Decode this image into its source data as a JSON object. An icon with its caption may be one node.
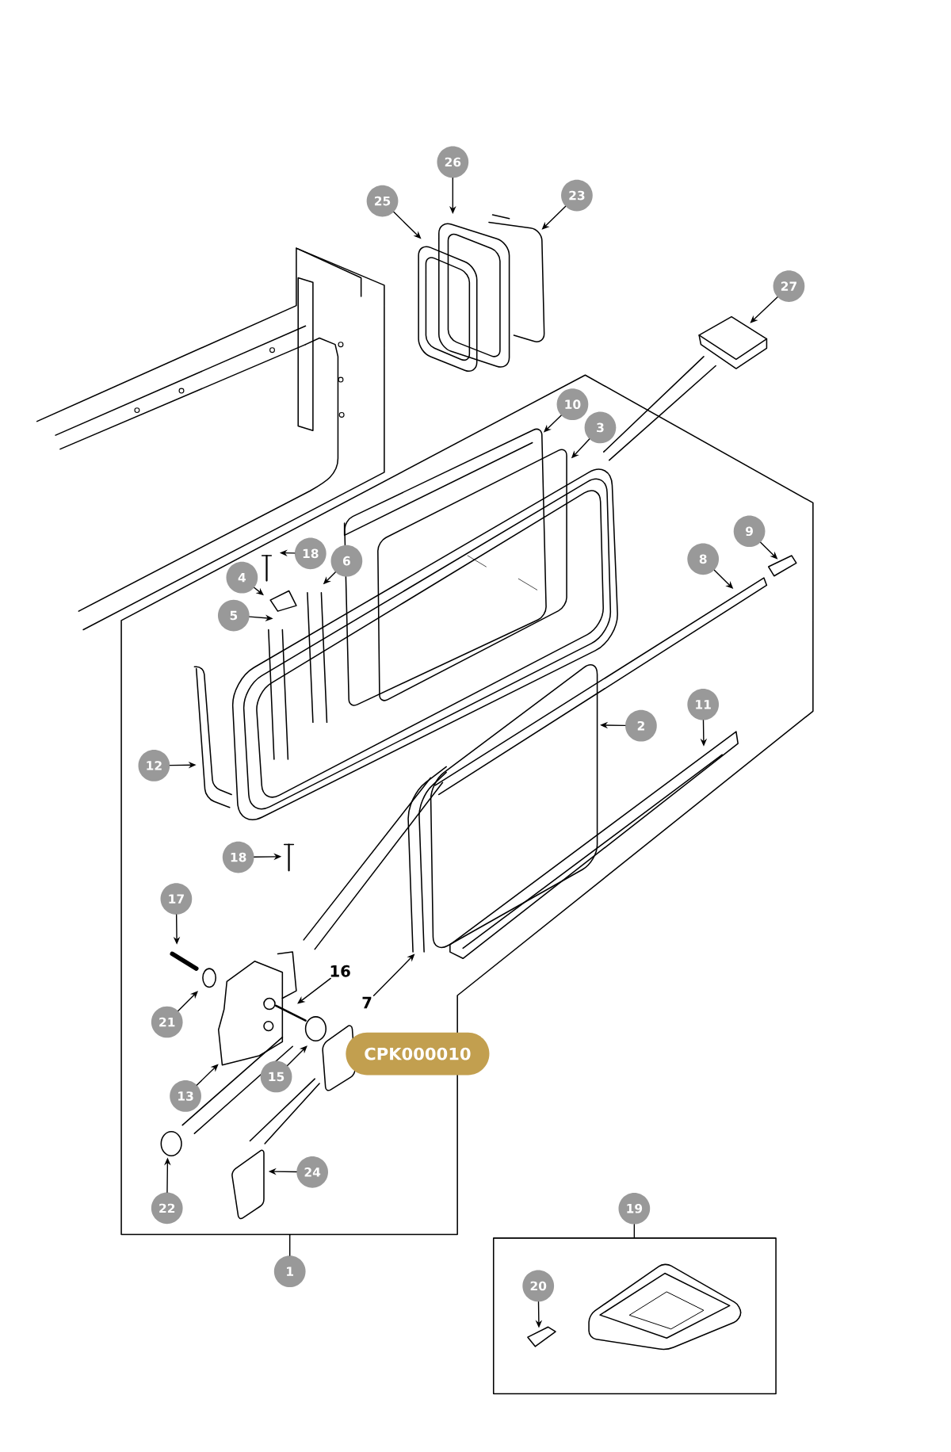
{
  "diagram": {
    "nodes": [
      {
        "text": [
          "26"
        ]
      },
      {
        "text": [
          "25"
        ]
      },
      {
        "text": [
          "23"
        ]
      },
      {
        "text": [
          "27"
        ]
      },
      {
        "text": [],
        "shape": "box"
      },
      {
        "text": [
          "10"
        ],
        "in": 4
      },
      {
        "text": [
          "3"
        ],
        "in": 4
      },
      {
        "text": [
          "9"
        ],
        "in": 4
      },
      {
        "text": [
          "18"
        ],
        "in": 4
      },
      {
        "text": [
          "8"
        ],
        "in": 4
      },
      {
        "text": [
          "6"
        ],
        "in": 4
      },
      {
        "text": [
          "4"
        ],
        "in": 4
      },
      {
        "text": [
          "5"
        ],
        "in": 4
      },
      {
        "text": [
          "11"
        ],
        "in": 4
      },
      {
        "text": [
          "2"
        ],
        "in": 4
      },
      {
        "text": [
          "12"
        ],
        "in": 4
      },
      {
        "text": [
          "18"
        ],
        "in": 4
      },
      {
        "text": [
          "17"
        ],
        "in": 4
      },
      {
        "text": [
          "16"
        ],
        "in": 4
      },
      {
        "text": [
          "7"
        ],
        "in": 4
      },
      {
        "text": [
          "21"
        ],
        "in": 4
      },
      {
        "text": [
          "15"
        ],
        "in": 4
      },
      {
        "text": [
          "13"
        ],
        "in": 4
      },
      {
        "text": [
          "24"
        ],
        "in": 4
      },
      {
        "text": [
          "22"
        ],
        "in": 4
      },
      {
        "text": [
          "19"
        ]
      },
      {
        "text": [],
        "shape": "box"
      },
      {
        "text": [
          "1"
        ]
      },
      {
        "text": [
          "20"
        ],
        "in": 26
      }
    ],
    "edges": [
      {
        "from": 0,
        "to": null,
        "arrow": "to"
      },
      {
        "from": 1,
        "to": null,
        "arrow": "to"
      },
      {
        "from": 2,
        "to": null,
        "arrow": "to"
      },
      {
        "from": 3,
        "to": null,
        "arrow": "to"
      },
      {
        "from": 5,
        "to": null,
        "arrow": "to"
      },
      {
        "from": 6,
        "to": null,
        "arrow": "to"
      },
      {
        "from": 7,
        "to": null,
        "arrow": "to"
      },
      {
        "from": 8,
        "to": null,
        "arrow": "to"
      },
      {
        "from": 9,
        "to": null,
        "arrow": "to"
      },
      {
        "from": 10,
        "to": null,
        "arrow": "to"
      },
      {
        "from": 11,
        "to": null,
        "arrow": "to"
      },
      {
        "from": 12,
        "to": null,
        "arrow": "to"
      },
      {
        "from": 13,
        "to": null,
        "arrow": "to"
      },
      {
        "from": 14,
        "to": null,
        "arrow": "to"
      },
      {
        "from": 15,
        "to": null,
        "arrow": "to"
      },
      {
        "from": 16,
        "to": null,
        "arrow": "to"
      },
      {
        "from": 17,
        "to": null,
        "arrow": "to"
      },
      {
        "from": 18,
        "to": null,
        "arrow": "to"
      },
      {
        "from": 19,
        "to": null,
        "arrow": "to"
      },
      {
        "from": 20,
        "to": null,
        "arrow": "to"
      },
      {
        "from": 21,
        "to": null,
        "arrow": "to"
      },
      {
        "from": 22,
        "to": null,
        "arrow": "to"
      },
      {
        "from": 23,
        "to": null,
        "arrow": "to"
      },
      {
        "from": 24,
        "to": null,
        "arrow": "to"
      },
      {
        "from": 25,
        "to": 26,
        "arrow": "none"
      },
      {
        "from": 27,
        "to": 4,
        "arrow": "none"
      },
      {
        "from": 28,
        "to": null,
        "arrow": "to"
      }
    ],
    "labels": [
      "CPK000010"
    ]
  }
}
